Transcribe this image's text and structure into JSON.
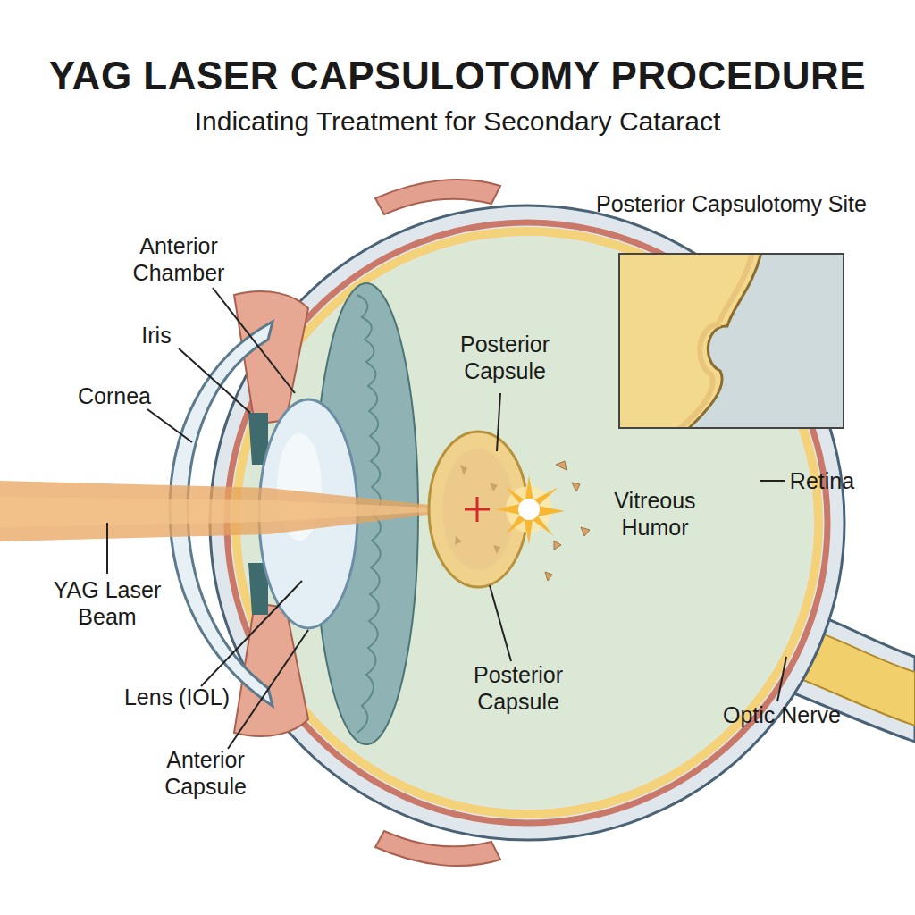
{
  "diagram": {
    "title": "YAG LASER CAPSULOTOMY PROCEDURE",
    "nodes": [
      {
        "text": [
          "Posterior Capsulotomy Site"
        ]
      }
    ],
    "labels": [
      "Indicating Treatment for Secondary Cataract",
      "Anterior Chamber",
      "Iris",
      "Posterior Capsule",
      "Cornea",
      "Retina",
      "Vitreous Humor",
      "YAG Laser Beam",
      "Lens (IOL)",
      "Posterior Capsule",
      "Optic Nerve",
      "Anterior Capsule"
    ]
  }
}
